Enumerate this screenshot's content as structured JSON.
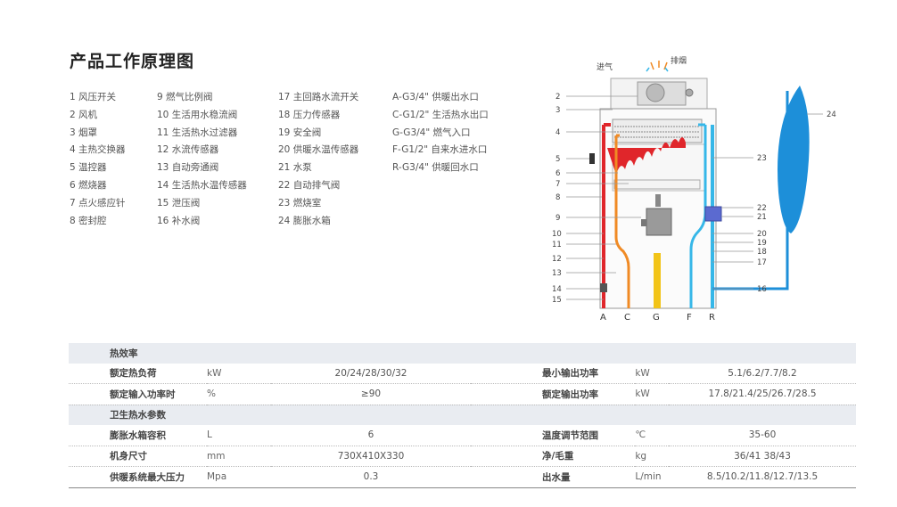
{
  "title": "产品工作原理图",
  "legend": [
    [
      "1 风压开关",
      "2 风机",
      "3 烟罩",
      "4 主热交换器",
      "5 温控器",
      "6 燃烧器",
      "7 点火感应针",
      "8 密封腔"
    ],
    [
      "9 燃气比例阀",
      "10 生活用水稳流阀",
      "11 生活热水过滤器",
      "12 水流传感器",
      "13 自动旁通阀",
      "14 生活热水温传感器",
      "15 泄压阀",
      "16 补水阀"
    ],
    [
      "17 主回路水流开关",
      "18 压力传感器",
      "19 安全阀",
      "20 供暖水温传感器",
      "21 水泵",
      "22 自动排气阀",
      "23 燃烧室",
      "24 膨胀水箱"
    ],
    [
      "A-G3/4\" 供暖出水口",
      "C-G1/2\" 生活热水出口",
      "G-G3/4\" 燃气入口",
      "F-G1/2\" 自来水进水口",
      "R-G3/4\" 供暖回水口"
    ]
  ],
  "diagram": {
    "intake_label": "进气",
    "exhaust_label": "排烟",
    "left_numbers": [
      "2",
      "3",
      "4",
      "5",
      "6",
      "7",
      "8",
      "9",
      "10",
      "11",
      "12",
      "13",
      "14",
      "15"
    ],
    "right_numbers": [
      "24",
      "23",
      "22",
      "21",
      "20",
      "19",
      "18",
      "17",
      "16"
    ],
    "pipe_labels": [
      "A",
      "C",
      "G",
      "F",
      "R"
    ],
    "colors": {
      "hot": "#e0262b",
      "dhw": "#f08a24",
      "gas": "#f2c418",
      "cold": "#36b7e8",
      "tank": "#1d8fd9"
    }
  },
  "spec_table": {
    "sections": [
      {
        "header": "热效率",
        "rows": [
          {
            "k1": "额定热负荷",
            "u1": "kW",
            "v1": "20/24/28/30/32",
            "k2": "最小输出功率",
            "u2": "kW",
            "v2": "5.1/6.2/7.7/8.2"
          },
          {
            "k1": "额定输入功率时",
            "u1": "%",
            "v1": "≥90",
            "k2": "额定输出功率",
            "u2": "kW",
            "v2": "17.8/21.4/25/26.7/28.5"
          }
        ]
      },
      {
        "header": "卫生热水参数",
        "rows": [
          {
            "k1": "膨胀水箱容积",
            "u1": "L",
            "v1": "6",
            "k2": "温度调节范围",
            "u2": "℃",
            "v2": "35-60"
          },
          {
            "k1": "机身尺寸",
            "u1": "mm",
            "v1": "730X410X330",
            "k2": "净/毛重",
            "u2": "kg",
            "v2": "36/41  38/43"
          },
          {
            "k1": "供暖系统最大压力",
            "u1": "Mpa",
            "v1": "0.3",
            "k2": "出水量",
            "u2": "L/min",
            "v2": "8.5/10.2/11.8/12.7/13.5"
          }
        ]
      }
    ]
  }
}
